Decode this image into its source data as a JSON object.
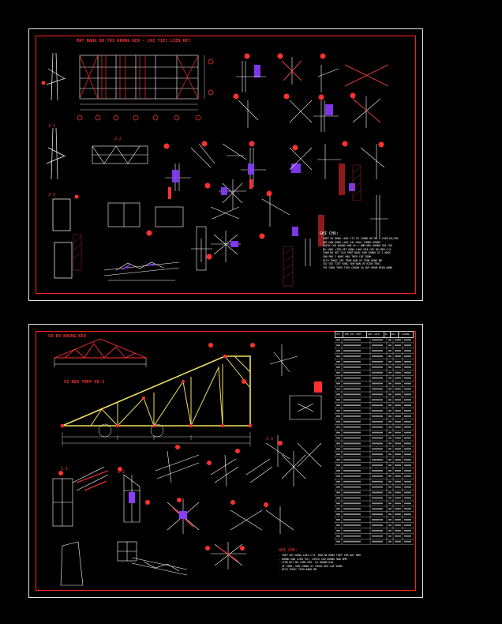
{
  "colors": {
    "background": "#000000",
    "sheet_border": "#e6e6e6",
    "frame": "#ff2020",
    "structure": "#ffffff",
    "truss": "#f0e060",
    "bracing": "#ff3030",
    "gusset": "#8a3cff",
    "hatch": "#cc3333"
  },
  "sheet1": {
    "title": "MAT BANG BO TRI KHUNG KEO - CHI TIET LIEN KET",
    "sections": [
      "1-1",
      "2-2",
      "3-3"
    ],
    "notes_title": "GHI CHU:",
    "notes": [
      "- THEP SU DUNG LOAI CT3 CO CUONG DO Ra = 2100 KG/CM2",
      "- QUE HAN DUNG LOAI E42 HOAC TUONG DUONG",
      "- CHIEU CAO DUONG HAN hh = 6MM NEU KHONG GHI CHU",
      "- BU LONG LIEN KET DUNG LOAI M16 CAP DO BEN 5.6",
      "- TOAN BO KET CAU THEP DUOC SON CHONG GI 2 NUOC",
      "- SON PHU 2 NUOC MAU THEO CHI DINH",
      "- KICH THUOC GHI TREN BAN VE TINH BANG MM",
      "- CAC CHI TIET KHAC XEM BAN VE KIEN TRUC",
      "- THI CONG THEO TIEU CHUAN VA QUY PHAM HIEN HANH"
    ]
  },
  "sheet2": {
    "title_a": "SO DO KHUNG KEO",
    "title_b": "VI KEO THEP VK-1",
    "sections": [
      "1-1",
      "2-2",
      "3-3"
    ],
    "notes_title": "GHI CHU:",
    "notes": [
      "- THEP GOC DUNG LOAI CT3, BAN MA DUNG THEP TAM DAY 8MM",
      "- DUONG HAN LIEN TUC, CHIEU CAO DUONG HAN 6MM",
      "- LIEN KET BU LONG M16, LO KHOAN D18",
      "- VE SINH, SON CHONG GI TRUOC KHI LAP DUNG",
      "- KICH THUOC TINH BANG MM"
    ],
    "table_header": [
      "STT",
      "TEN CHI TIET",
      "QUY CACH",
      "SL",
      "DAI",
      "T.LUONG"
    ]
  }
}
